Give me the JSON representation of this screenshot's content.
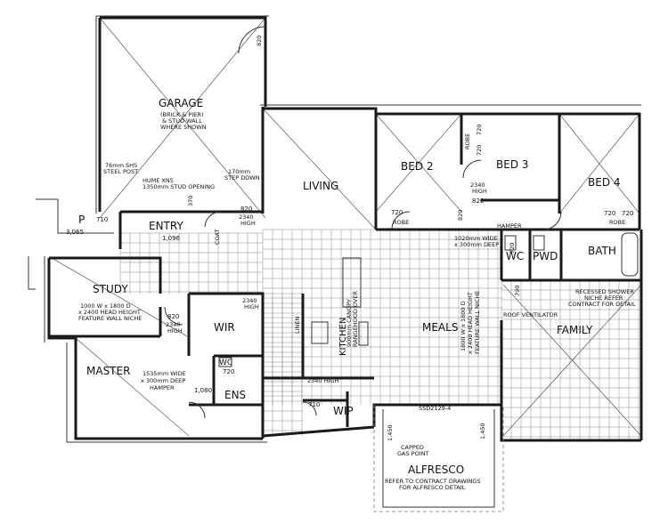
{
  "rooms": {
    "garage": "GARAGE",
    "living": "LIVING",
    "bed2": "BED 2",
    "bed3": "BED 3",
    "bed4": "BED 4",
    "entry": "ENTRY",
    "study": "STUDY",
    "wir": "WIR",
    "master": "MASTER",
    "ens": "ENS",
    "wc_ens": "WC",
    "wc": "WC",
    "pwd": "PWD",
    "bath": "BATH",
    "meals": "MEALS",
    "family": "FAMILY",
    "kitchen": "KITCHEN",
    "wip": "WIP",
    "alfresco": "ALFRESCO",
    "porch": "P",
    "coat": "COAT",
    "linen": "LINEN"
  },
  "notes": {
    "garage_brick_1": "(BRICK & PIER)",
    "garage_brick_2": "& STUD WALL",
    "garage_brick_3": "WHERE SHOWN",
    "steel_post_1": "76mm SHS",
    "steel_post_2": "STEEL POST",
    "hume_1": "HUME XN5",
    "hume_2": "1350mm STUD OPENING",
    "step_down_1": "170mm",
    "step_down_2": "STEP DOWN",
    "robe_bed2": "ROBE",
    "robe_bed3": "ROBE",
    "robe_bed4": "ROBE",
    "hamper": "HAMPER",
    "hamper_wide_1": "1020mm WIDE",
    "hamper_wide_2": "x 300mm DEEP",
    "recess_1": "RECESSED SHOWER",
    "recess_2": "NICHE REFER",
    "recess_3": "CONTRACT FOR DETAIL",
    "roof_vent": "ROOF VENTILATOR",
    "study_niche_1": "1000 W x 1800 D",
    "study_niche_2": "x 2400 HEAD HEIGHT",
    "study_niche_3": "FEATURE WALL NICHE",
    "master_hamper_1": "1535mm WIDE",
    "master_hamper_2": "x 300mm DEEP",
    "master_hamper_3": "HAMPER",
    "meals_niche_1": "1800 W x 1800 D",
    "meals_niche_2": "x 2400 HEAD HEIGHT",
    "meals_niche_3": "FEATURE WALL NICHE",
    "capped_1": "CAPPED",
    "capped_2": "GAS POINT",
    "alfresco_1": "REFER TO CONTRACT DRAWINGS",
    "alfresco_2": "FOR ALFRESCO DETAIL",
    "high_2340": "2340",
    "high_label": "HIGH",
    "high_2340_inline": "2340 HIGH",
    "spec_id": "SSD2129-4",
    "canopy_1": "900mm CANOPY",
    "canopy_2": "RANGEHOOD OVER"
  },
  "dims": {
    "d820_garage": "820",
    "d710": "710",
    "d3065": "3,065",
    "d1096": "1,096",
    "d370": "370",
    "d820_entry": "820",
    "d720_bed2": "720",
    "d720_bed3a": "720",
    "d720_bed3b": "720",
    "d820_bed3": "820",
    "d720_bed4a": "720",
    "d720_bed4b": "720",
    "d720_wc": "720",
    "d820_study": "820",
    "d720_ens": "720",
    "d1080": "1,080",
    "d710_wip": "710",
    "d1450a": "1,450",
    "d1450b": "1,450",
    "d790": "790",
    "d820_hall": "820"
  }
}
